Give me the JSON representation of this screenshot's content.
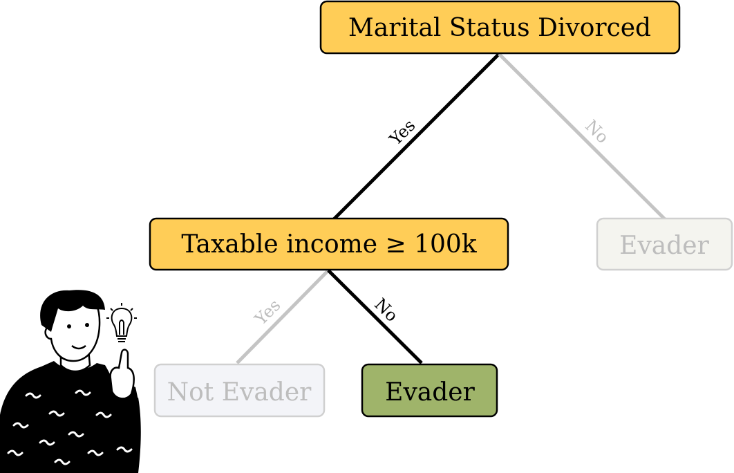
{
  "diagram": {
    "nodes": {
      "root": {
        "label": "Marital Status Divorced"
      },
      "income": {
        "label": "Taxable income ≥ 100k"
      },
      "evader_right": {
        "label": "Evader"
      },
      "not_evader": {
        "label": "Not Evader"
      },
      "evader_leaf": {
        "label": "Evader"
      }
    },
    "edges": {
      "root_yes": {
        "label": "Yes"
      },
      "root_no": {
        "label": "No"
      },
      "income_yes": {
        "label": "Yes"
      },
      "income_no": {
        "label": "No"
      }
    },
    "colors": {
      "decision_fill": "#ffcd57",
      "active_leaf_fill": "#9fb46a",
      "inactive_fill": "#f4f4ef",
      "inactive_fill_alt": "#f3f4f8",
      "active_stroke": "#000000",
      "inactive_stroke": "#c4c4c4",
      "inactive_text": "#bdbdbd"
    },
    "illustration": {
      "icon": "person-with-idea-lightbulb"
    }
  }
}
